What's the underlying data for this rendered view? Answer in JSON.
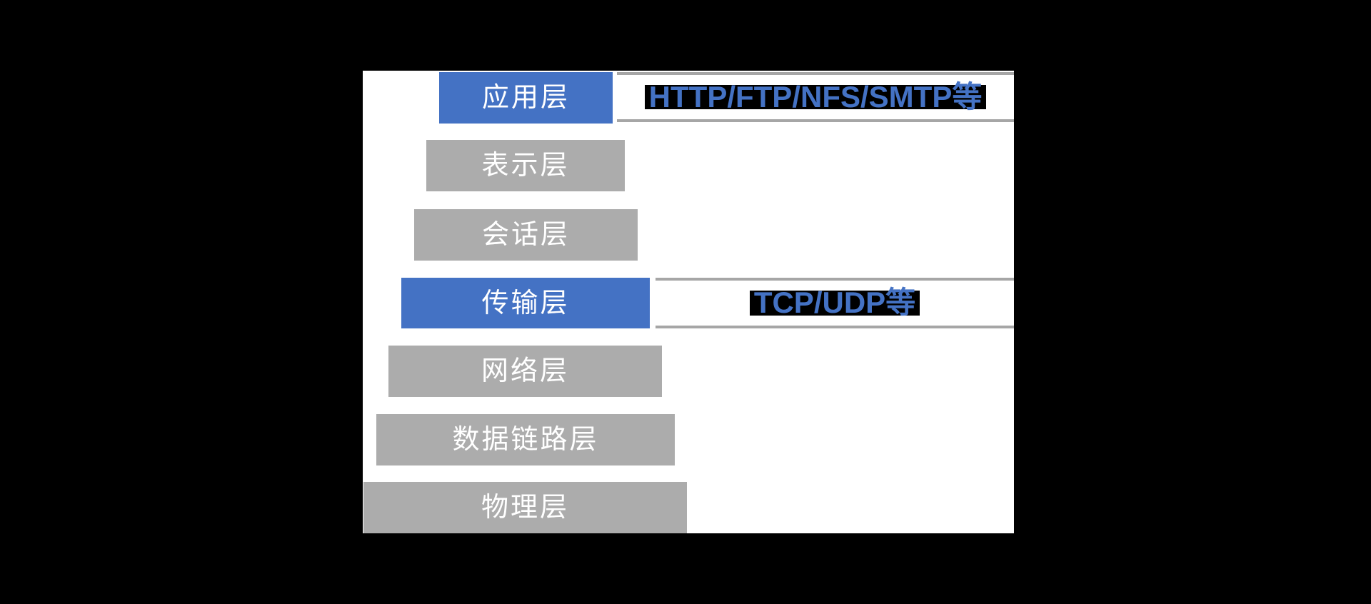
{
  "canvas": {
    "background": "#000000"
  },
  "panel": {
    "background": "#FFFFFF"
  },
  "colors": {
    "highlight_blue": "#4472C4",
    "layer_gray": "#ACACAC",
    "rule_gray": "#A6A6A6",
    "layer_label_text": "#FFFFFF",
    "annotation_text": "#4472C4",
    "annotation_highlight_bg": "#000000"
  },
  "diagram": {
    "layers": [
      {
        "label": "应用层",
        "emphasized": true
      },
      {
        "label": "表示层",
        "emphasized": false
      },
      {
        "label": "会话层",
        "emphasized": false
      },
      {
        "label": "传输层",
        "emphasized": true
      },
      {
        "label": "网络层",
        "emphasized": false
      },
      {
        "label": "数据链路层",
        "emphasized": false
      },
      {
        "label": "物理层",
        "emphasized": false
      }
    ],
    "annotations": [
      {
        "target_layer": "应用层",
        "text": "HTTP/FTP/NFS/SMTP等"
      },
      {
        "target_layer": "传输层",
        "text": "TCP/UDP等"
      }
    ]
  }
}
